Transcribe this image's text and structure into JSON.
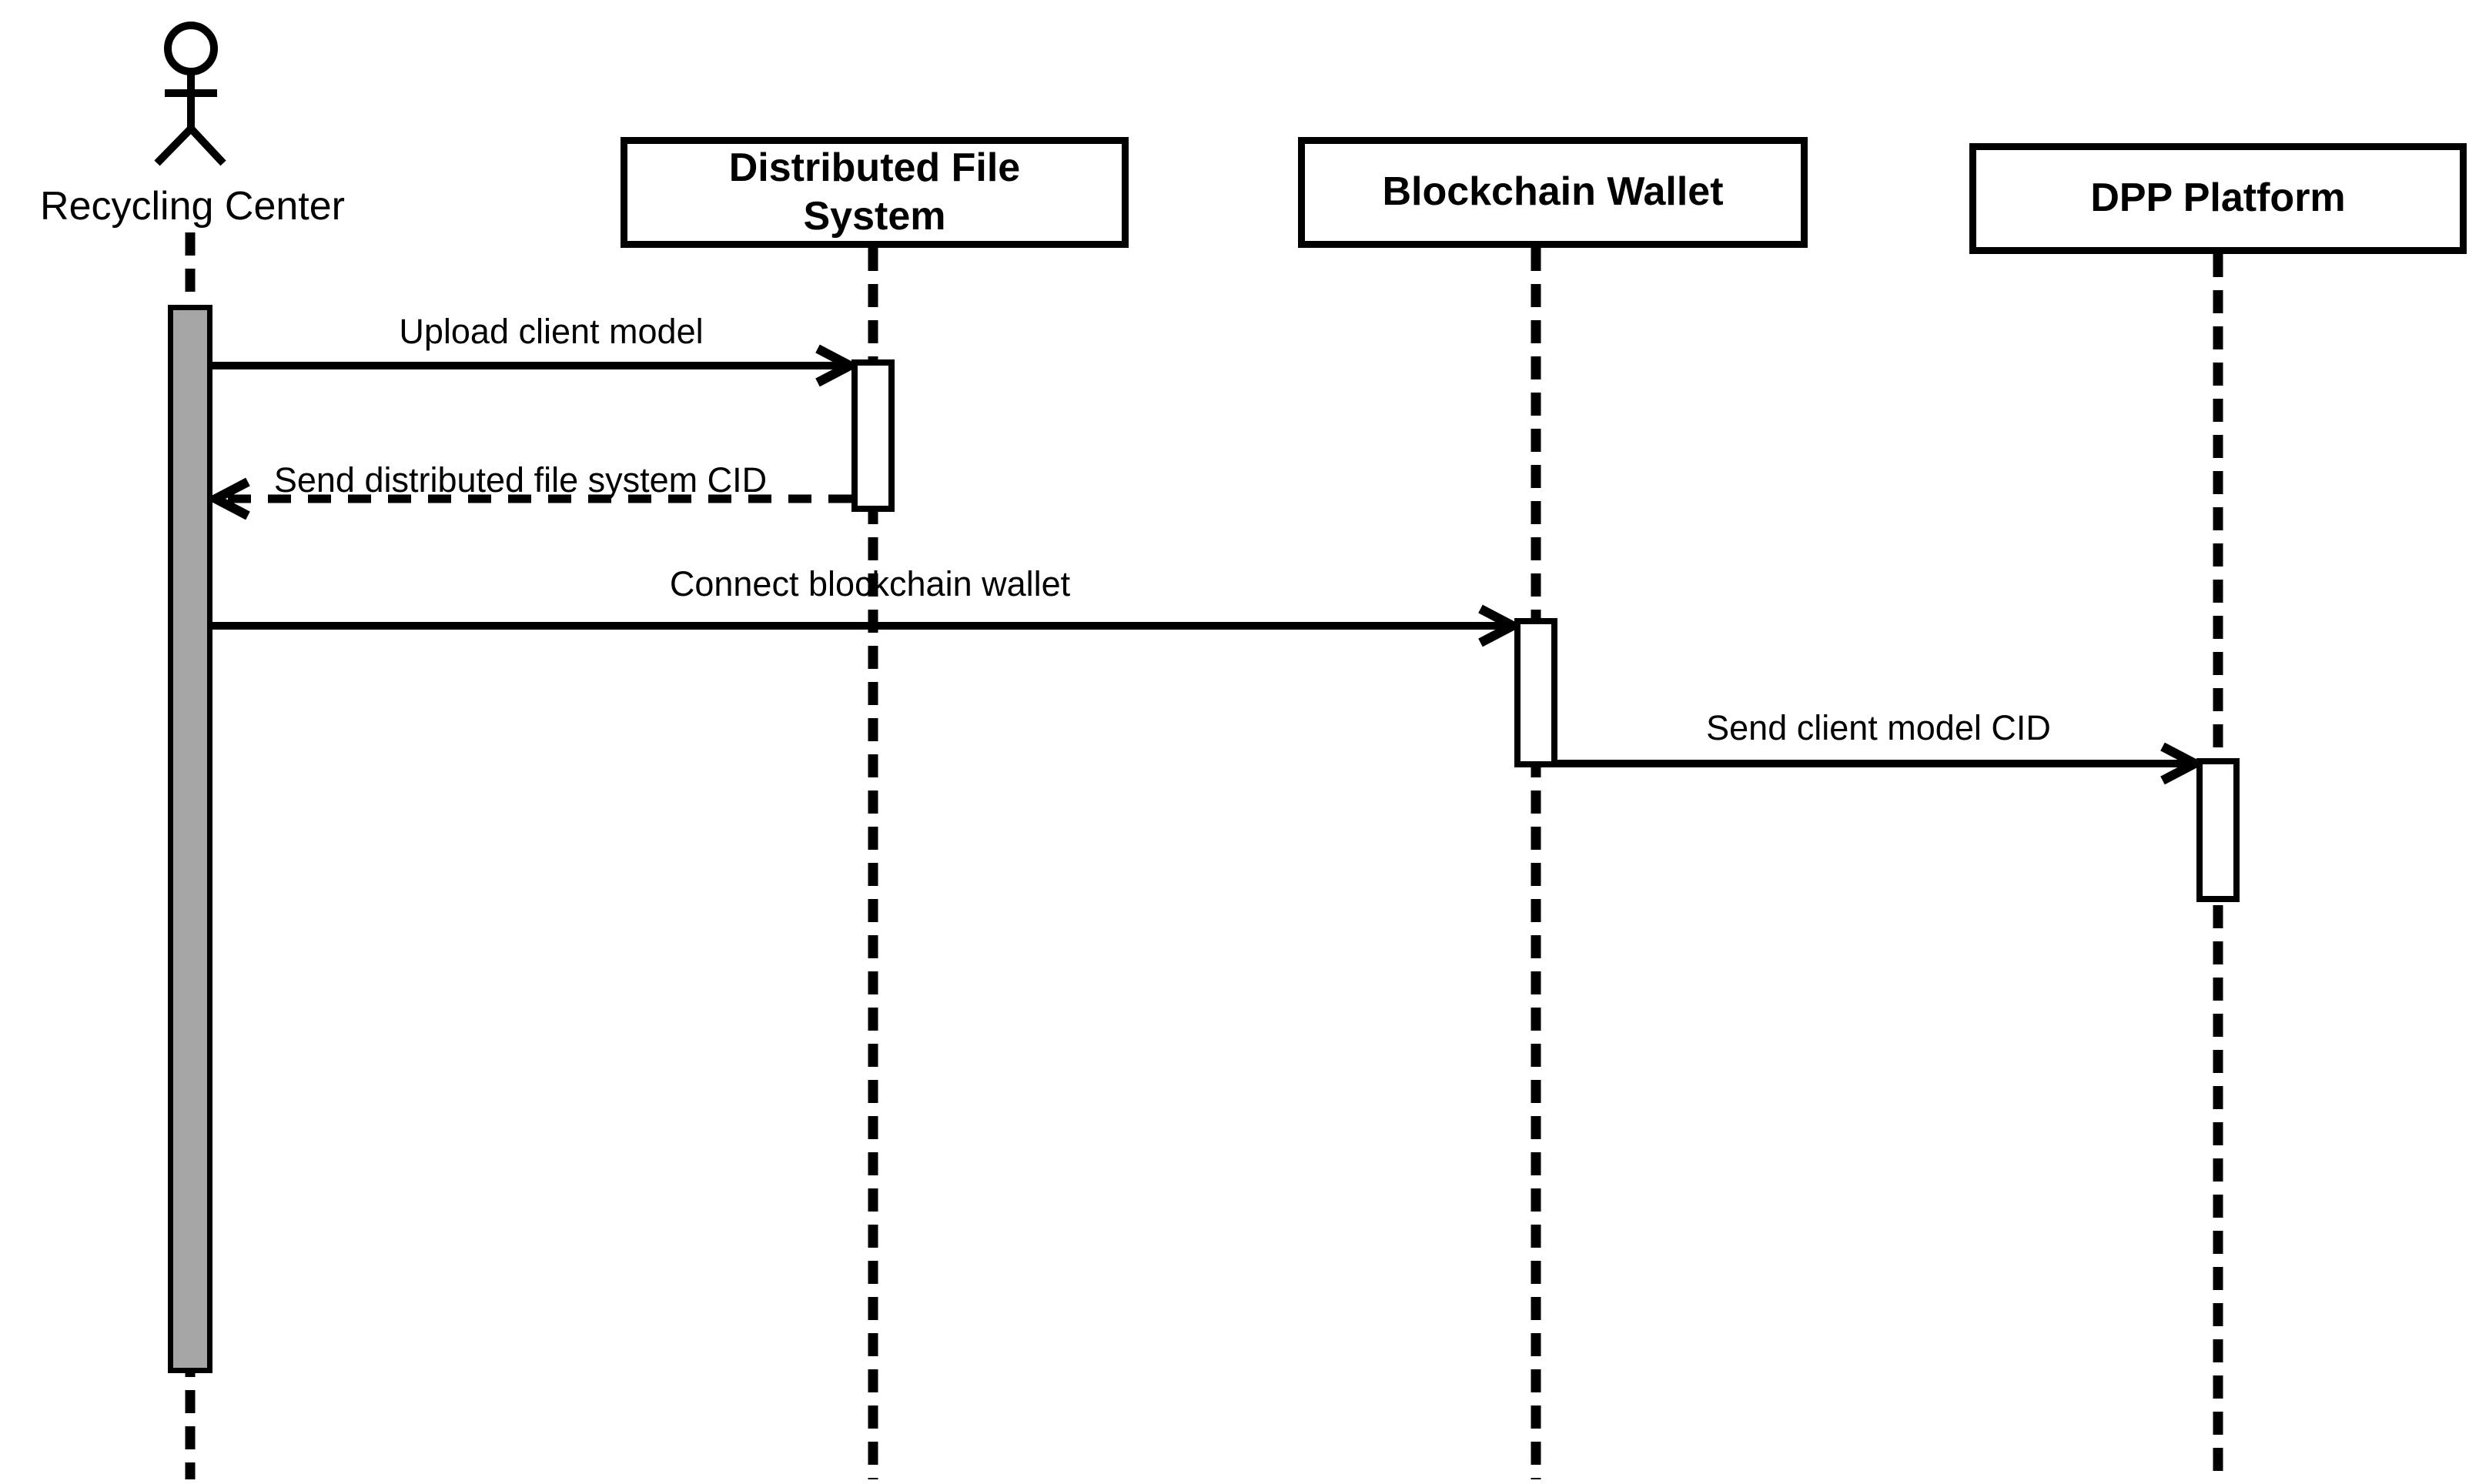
{
  "diagram": {
    "kind": "uml-sequence-diagram",
    "colors": {
      "line": "#000000",
      "background": "#ffffff",
      "actor_activation_fill": "#a6a6a6",
      "activation_fill": "#ffffff"
    },
    "actor": {
      "label": "Recycling Center"
    },
    "participants": [
      {
        "label": "Distributed File System"
      },
      {
        "label": "Blockchain Wallet"
      },
      {
        "label": "DPP Platform"
      }
    ],
    "messages": [
      {
        "label": "Upload client model",
        "from": "Recycling Center",
        "to": "Distributed File System",
        "line": "solid"
      },
      {
        "label": "Send distributed file system CID",
        "from": "Distributed File System",
        "to": "Recycling Center",
        "line": "dashed"
      },
      {
        "label": "Connect blockchain wallet",
        "from": "Recycling Center",
        "to": "Blockchain Wallet",
        "line": "solid"
      },
      {
        "label": "Send client model CID",
        "from": "Blockchain Wallet",
        "to": "DPP Platform",
        "line": "solid"
      }
    ]
  }
}
